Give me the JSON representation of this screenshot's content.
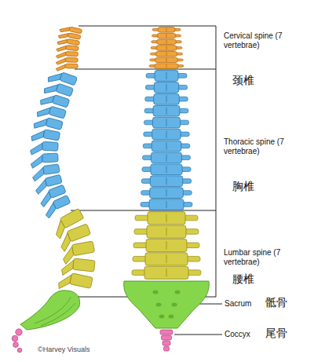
{
  "diagram": {
    "labels": [
      "Cervical spine (7 vertebrae)",
      "颈椎",
      "Thoracic spine (7 vertebrae)",
      "胸椎",
      "Lumbar spine (7 vertebrae)",
      "腰椎",
      "Sacrum",
      "骶骨",
      "Coccyx",
      "尾骨",
      "©Harvey Visuals"
    ]
  }
}
